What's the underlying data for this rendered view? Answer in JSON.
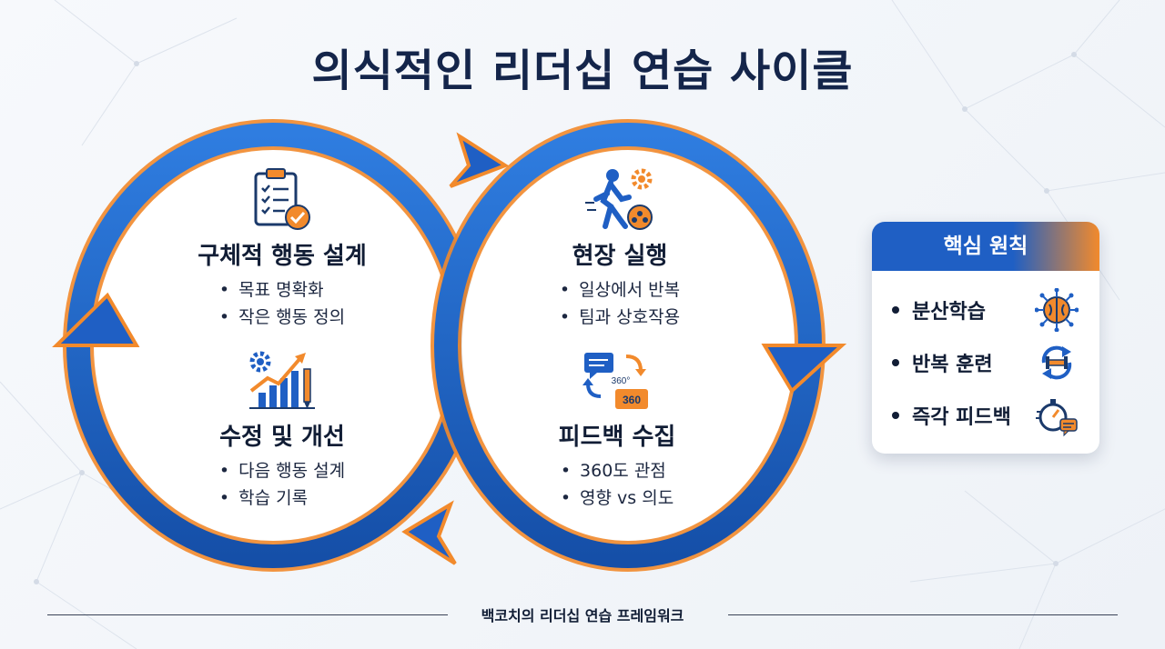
{
  "title": "의식적인 리더십 연습 사이클",
  "stages": [
    {
      "name": "구체적 행동 설계",
      "icon": "clipboard-checklist-icon",
      "bullets": [
        "목표 명확화",
        "작은 행동 정의"
      ]
    },
    {
      "name": "현장 실행",
      "icon": "person-walking-gear-icon",
      "bullets": [
        "일상에서 반복",
        "팀과 상호작용"
      ]
    },
    {
      "name": "피드백 수집",
      "icon": "feedback-360-icon",
      "bullets": [
        "360도 관점",
        "영향 vs 의도"
      ]
    },
    {
      "name": "수정 및 개선",
      "icon": "growth-chart-icon",
      "bullets": [
        "다음 행동 설계",
        "학습 기록"
      ]
    }
  ],
  "principles": {
    "title": "핵심 원칙",
    "items": [
      {
        "label": "분산학습",
        "icon": "brain-network-icon"
      },
      {
        "label": "반복 훈련",
        "icon": "weightlift-cycle-icon"
      },
      {
        "label": "즉각 피드백",
        "icon": "stopwatch-chat-icon"
      }
    ]
  },
  "footer": "백코치의 리더십 연습 프레임워크",
  "colors": {
    "primary_blue": "#1f5fc4",
    "accent_orange": "#f28a2c",
    "text_dark": "#111d35"
  }
}
